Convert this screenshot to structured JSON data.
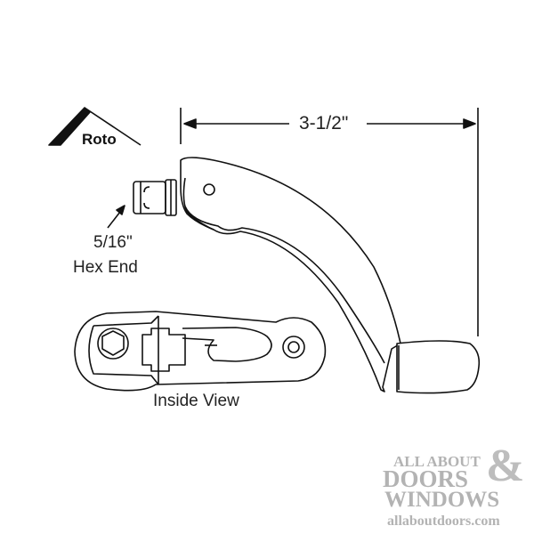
{
  "logo": {
    "text": "Roto"
  },
  "dimension": {
    "label": "3-1/2\""
  },
  "callout": {
    "line1": "5/16\"",
    "line2": "Hex End"
  },
  "inside_view": {
    "label": "Inside View"
  },
  "watermark": {
    "line1": "ALL ABOUT",
    "line2": "DOORS",
    "ampersand": "&",
    "line3": "WINDOWS",
    "url": "allaboutdoors.com",
    "color": "#b3b3b3"
  }
}
